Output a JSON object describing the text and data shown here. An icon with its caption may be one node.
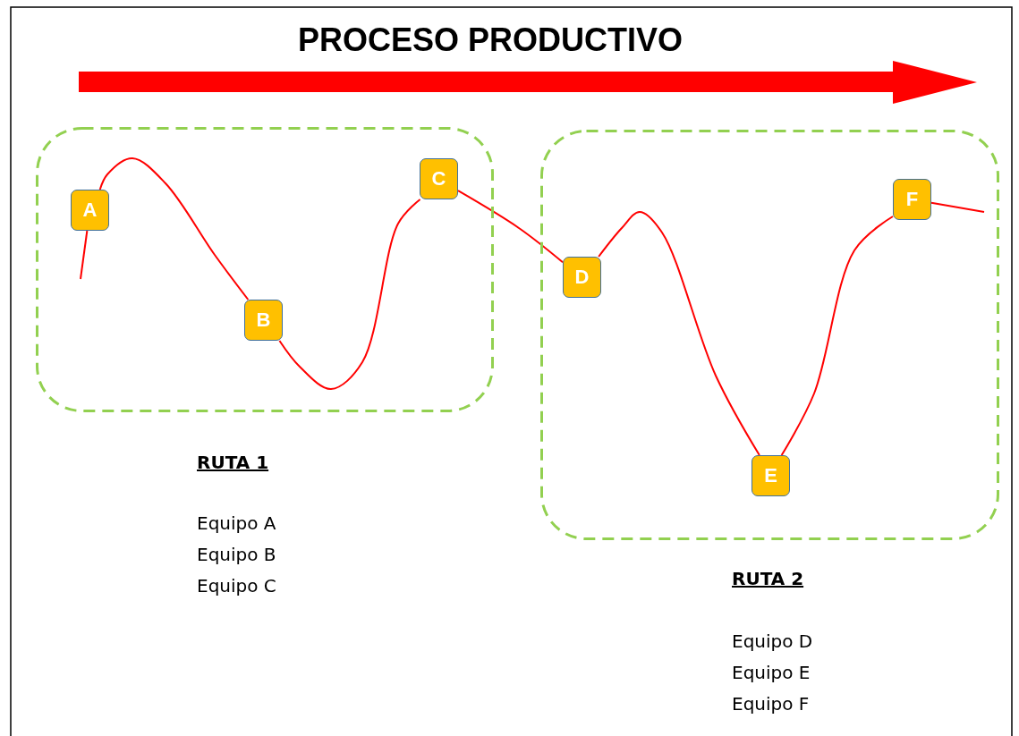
{
  "diagram": {
    "title": "PROCESO PRODUCTIVO",
    "nodes": [
      {
        "text": [],
        "shape": "box",
        "beside": [
          "RUTA 1",
          "Equipo A",
          "Equipo B",
          "Equipo C"
        ]
      },
      {
        "text": [
          "A"
        ],
        "in": 0
      },
      {
        "text": [
          "B"
        ],
        "in": 0
      },
      {
        "text": [
          "C"
        ],
        "in": 0
      },
      {
        "text": [],
        "shape": "box",
        "beside": [
          "RUTA 2",
          "Equipo D",
          "Equipo E",
          "Equipo F"
        ]
      },
      {
        "text": [
          "D"
        ],
        "in": 4
      },
      {
        "text": [
          "E"
        ],
        "in": 4
      },
      {
        "text": [
          "F"
        ],
        "in": 4
      }
    ],
    "edges": [
      {
        "from": null,
        "to": 1,
        "arrow": "none"
      },
      {
        "from": 1,
        "to": 2,
        "arrow": "none"
      },
      {
        "from": 2,
        "to": 3,
        "arrow": "none"
      },
      {
        "from": 3,
        "to": 5,
        "arrow": "none"
      },
      {
        "from": 5,
        "to": 6,
        "arrow": "none"
      },
      {
        "from": 6,
        "to": 7,
        "arrow": "none"
      },
      {
        "from": 7,
        "to": null,
        "arrow": "none"
      }
    ]
  }
}
